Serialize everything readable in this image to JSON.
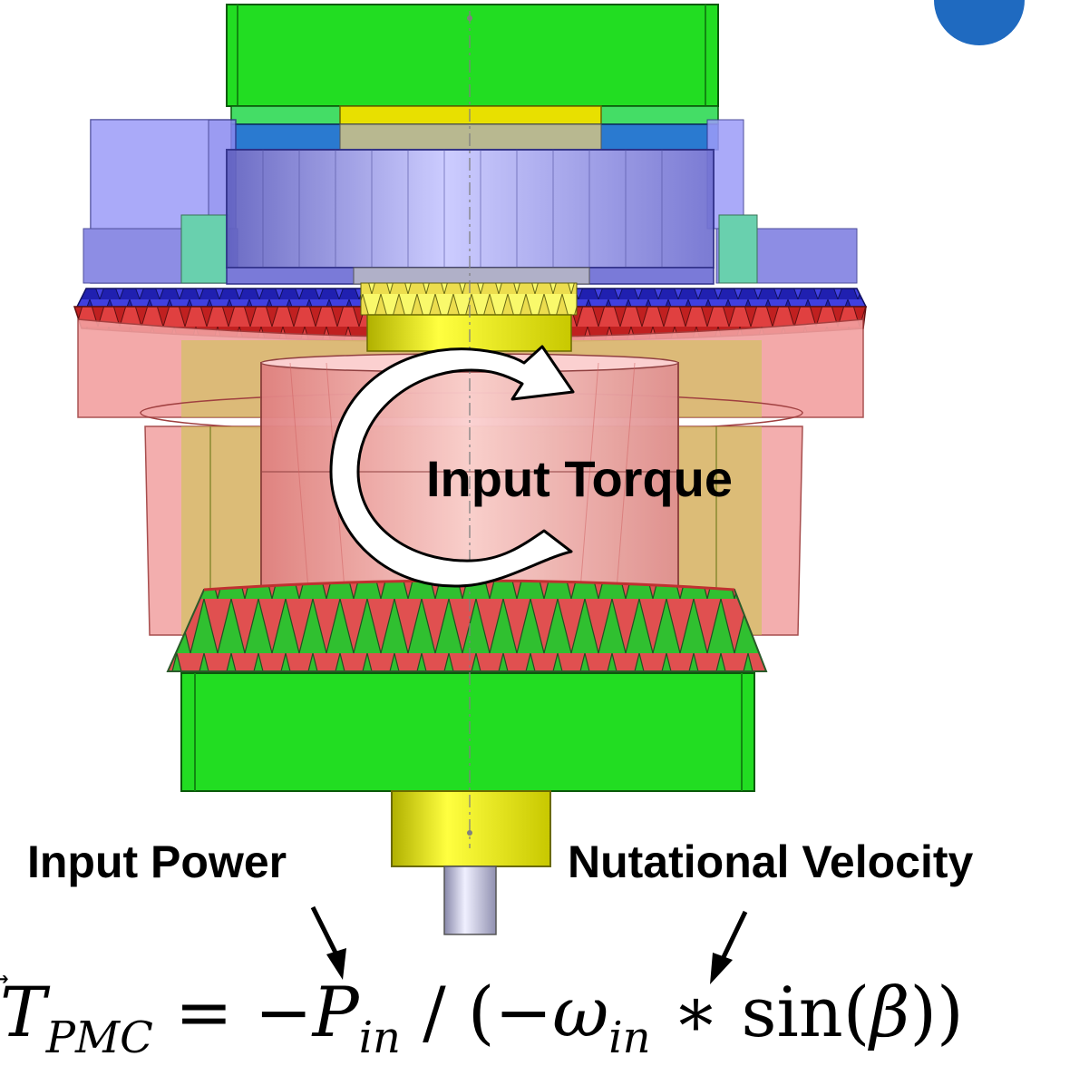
{
  "annotations": {
    "torque_label": "Input Torque",
    "power_label": "Input Power",
    "velocity_label": "Nutational Velocity"
  },
  "equation": {
    "lhs_symbol": "T",
    "lhs_subscript": "PMC",
    "eq": " = ",
    "minus1": "−",
    "p_symbol": "P",
    "p_subscript": "in",
    "divide": " / (",
    "minus2": "−",
    "omega_symbol": "ω",
    "omega_subscript": "in",
    "times_sin": " ∗ sin(",
    "beta": "β",
    "close": "))"
  },
  "colors": {
    "housing_green": "#22dd22",
    "ring_blue": "#8888ee",
    "gear_red": "#e85050",
    "shell_pink": "#f4a8a8",
    "shell_yellow": "#c8c850",
    "shaft_yellow": "#f0f000",
    "rotation_arrow": "#ffffff"
  }
}
